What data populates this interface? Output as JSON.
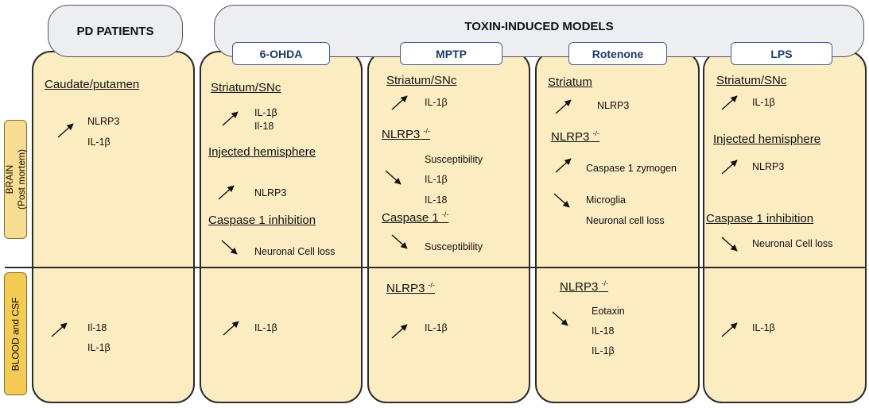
{
  "headers": {
    "pd_patients": "PD PATIENTS",
    "toxin_models": "TOXIN-INDUCED MODELS"
  },
  "models": [
    "6-OHDA",
    "MPTP",
    "Rotenone",
    "LPS"
  ],
  "rows": {
    "brain_line1": "BRAIN",
    "brain_line2": "(Post mortem)",
    "blood": "BLOOD and CSF"
  },
  "colors": {
    "panel": "#fbecc2",
    "side_brain": "#f6dd91",
    "side_blood": "#f4cc55",
    "tab_text": "#1e3a6a"
  },
  "pd": {
    "brain_heading": "Caudate/putamen",
    "brain_items": [
      "NLRP3",
      "IL-1β"
    ],
    "blood_items": [
      "Il-18",
      "IL-1β"
    ]
  },
  "ohda": {
    "h1": "Striatum/SNc",
    "h1_items": [
      "IL-1β",
      "Il-18"
    ],
    "h2": "Injected hemisphere",
    "h2_item": "NLRP3",
    "h3": "Caspase 1 inhibition",
    "h3_item": "Neuronal Cell loss",
    "blood_item": "IL-1β"
  },
  "mptp": {
    "h1": "Striatum/SNc",
    "h1_item": "IL-1β",
    "h2": "NLRP3",
    "h2_sup": "-/-",
    "h2_items": [
      "Susceptibility",
      "IL-1β",
      "IL-18"
    ],
    "h3": "Caspase 1",
    "h3_sup": "-/-",
    "h3_item": "Susceptibility",
    "blood_h": "NLRP3",
    "blood_sup": "-/-",
    "blood_item": "IL-1β"
  },
  "rotenone": {
    "h1": "Striatum",
    "h1_item": "NLRP3",
    "h2": "NLRP3",
    "h2_sup": "-/-",
    "h2_item": "Caspase 1 zymogen",
    "h2_items_down": [
      "Microglia",
      "Neuronal cell loss"
    ],
    "blood_h": "NLRP3",
    "blood_sup": "-/-",
    "blood_items": [
      "Eotaxin",
      "IL-18",
      "IL-1β"
    ]
  },
  "lps": {
    "h1": "Striatum/SNc",
    "h1_item": "IL-1β",
    "h2": "Injected hemisphere",
    "h2_item": "NLRP3",
    "h3": "Caspase 1 inhibition",
    "h3_item": "Neuronal Cell loss",
    "blood_item": "IL-1β"
  }
}
